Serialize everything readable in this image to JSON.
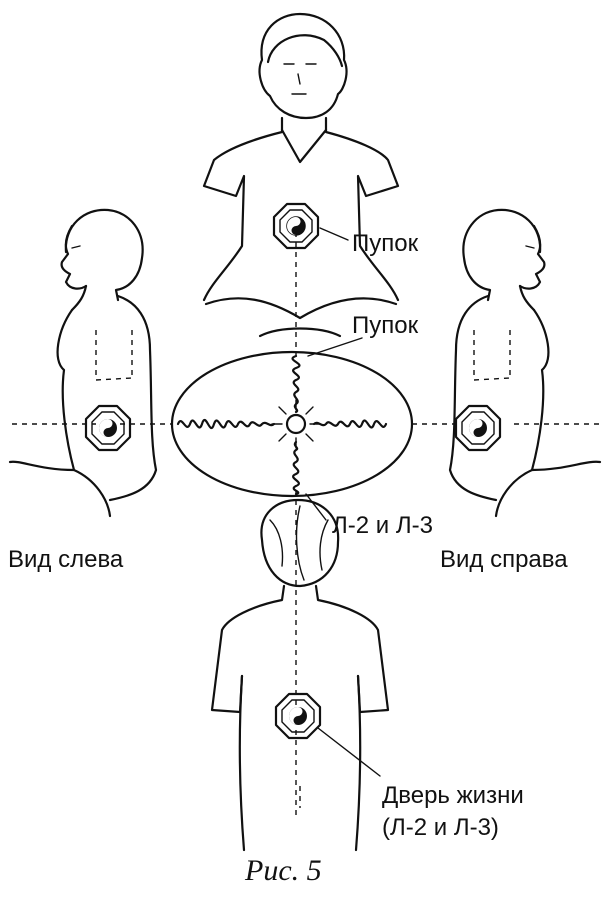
{
  "labels": {
    "navel_top": "Пупок",
    "navel_center": "Пупок",
    "l2_l3": "Л-2 и Л-3",
    "left_view": "Вид слева",
    "right_view": "Вид справа",
    "door_of_life_line1": "Дверь жизни",
    "door_of_life_line2": "(Л-2 и Л-3)",
    "caption": "Рис. 5"
  },
  "icons": [
    "bagua-icon",
    "yin-yang-icon",
    "spiral-icon"
  ]
}
